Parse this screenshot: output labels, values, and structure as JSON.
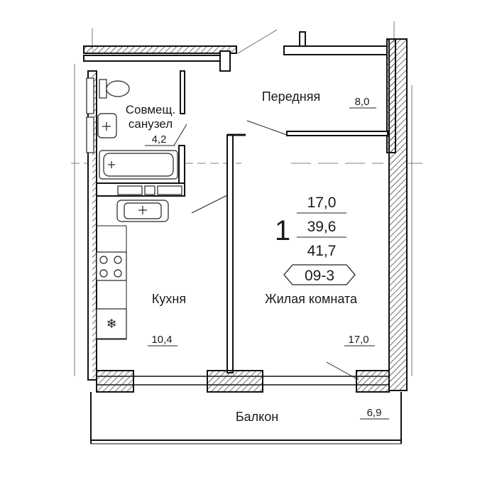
{
  "rooms": {
    "hall": {
      "name": "Передняя",
      "area": "8,0"
    },
    "bathroom": {
      "name_line1": "Совмещ.",
      "name_line2": "санузел",
      "area": "4,2"
    },
    "kitchen": {
      "name": "Кухня",
      "area": "10,4"
    },
    "living": {
      "name": "Жилая комната",
      "area": "17,0"
    },
    "balcony": {
      "name": "Балкон",
      "area": "6,9"
    }
  },
  "apartment": {
    "rooms_count": "1",
    "living_area": "17,0",
    "total_area": "39,6",
    "total_with_balcony": "41,7",
    "code": "09-3"
  },
  "icons": [
    "toilet-icon",
    "sink-icon",
    "bathtub-icon",
    "kitchen-sink-icon",
    "stove-icon",
    "refrigerator-icon"
  ]
}
